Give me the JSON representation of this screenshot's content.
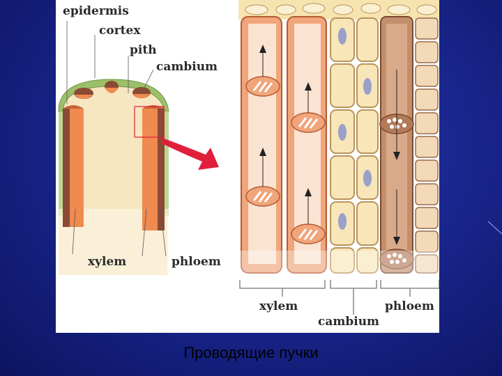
{
  "diagram": {
    "labels": {
      "epidermis": "epidermis",
      "cortex": "cortex",
      "pith": "pith",
      "cambium_top": "cambium",
      "xylem_left": "xylem",
      "phloem_left": "phloem",
      "xylem_bottom": "xylem",
      "cambium_bottom": "cambium",
      "phloem_bottom": "phloem"
    }
  },
  "caption": "Проводящие пучки",
  "colors": {
    "background": "#1a2790",
    "xylem": "#f0a57a",
    "phloem": "#c28e6c",
    "cambium": "#f6e3b0",
    "epidermis": "#9cc06a",
    "arrow": "#e0203a"
  }
}
